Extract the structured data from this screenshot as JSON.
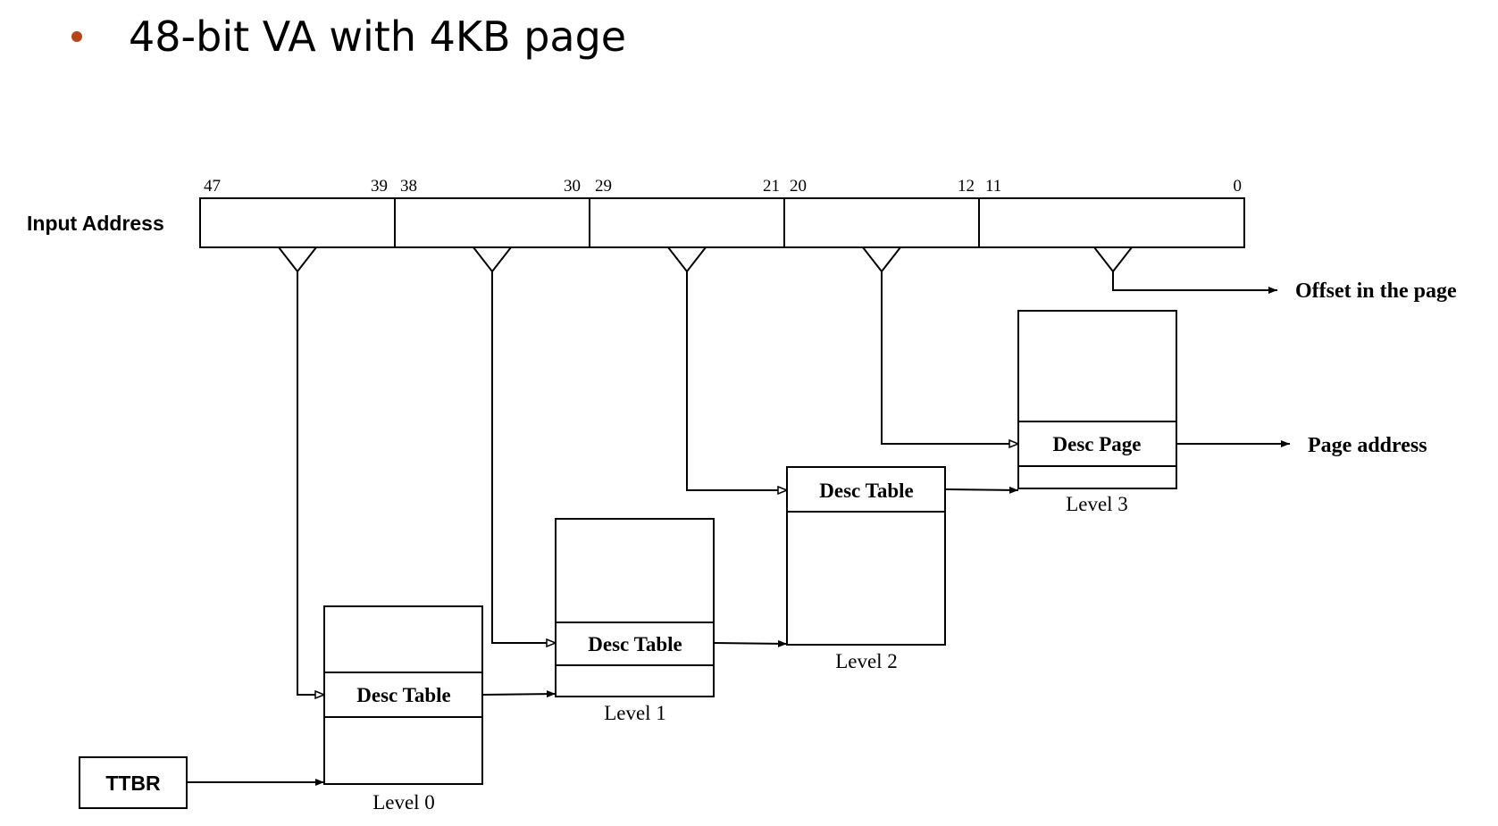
{
  "slide": {
    "title": "48-bit VA with 4KB page",
    "bullet_color": "#b5451b"
  },
  "diagram": {
    "input_address_label": "Input Address",
    "bit_labels": [
      "47",
      "39",
      "38",
      "30",
      "29",
      "21",
      "20",
      "12",
      "11",
      "0"
    ],
    "ttbr_label": "TTBR",
    "levels": [
      {
        "entry_label": "Desc Table",
        "level_label": "Level 0"
      },
      {
        "entry_label": "Desc Table",
        "level_label": "Level 1"
      },
      {
        "entry_label": "Desc Table",
        "level_label": "Level 2"
      },
      {
        "entry_label": "Desc Page",
        "level_label": "Level 3"
      }
    ],
    "offset_label": "Offset in the page",
    "page_address_label": "Page address"
  }
}
